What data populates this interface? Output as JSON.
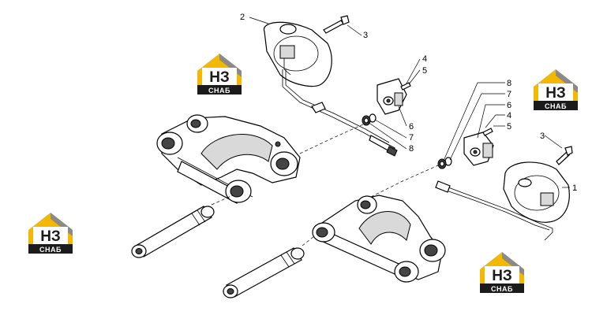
{
  "callouts": [
    {
      "label": "2"
    },
    {
      "label": "3"
    },
    {
      "label": "4"
    },
    {
      "label": "5"
    },
    {
      "label": "6"
    },
    {
      "label": "7"
    },
    {
      "label": "8"
    },
    {
      "label": "8"
    },
    {
      "label": "7"
    },
    {
      "label": "6"
    },
    {
      "label": "4"
    },
    {
      "label": "5"
    },
    {
      "label": "3"
    },
    {
      "label": "1"
    }
  ],
  "watermark": {
    "top_text": "НЗ",
    "bottom_text": "СНАБ",
    "colors": {
      "yellow": "#f5b800",
      "dark": "#1b1b1b",
      "gray": "#8a8a8a"
    }
  }
}
